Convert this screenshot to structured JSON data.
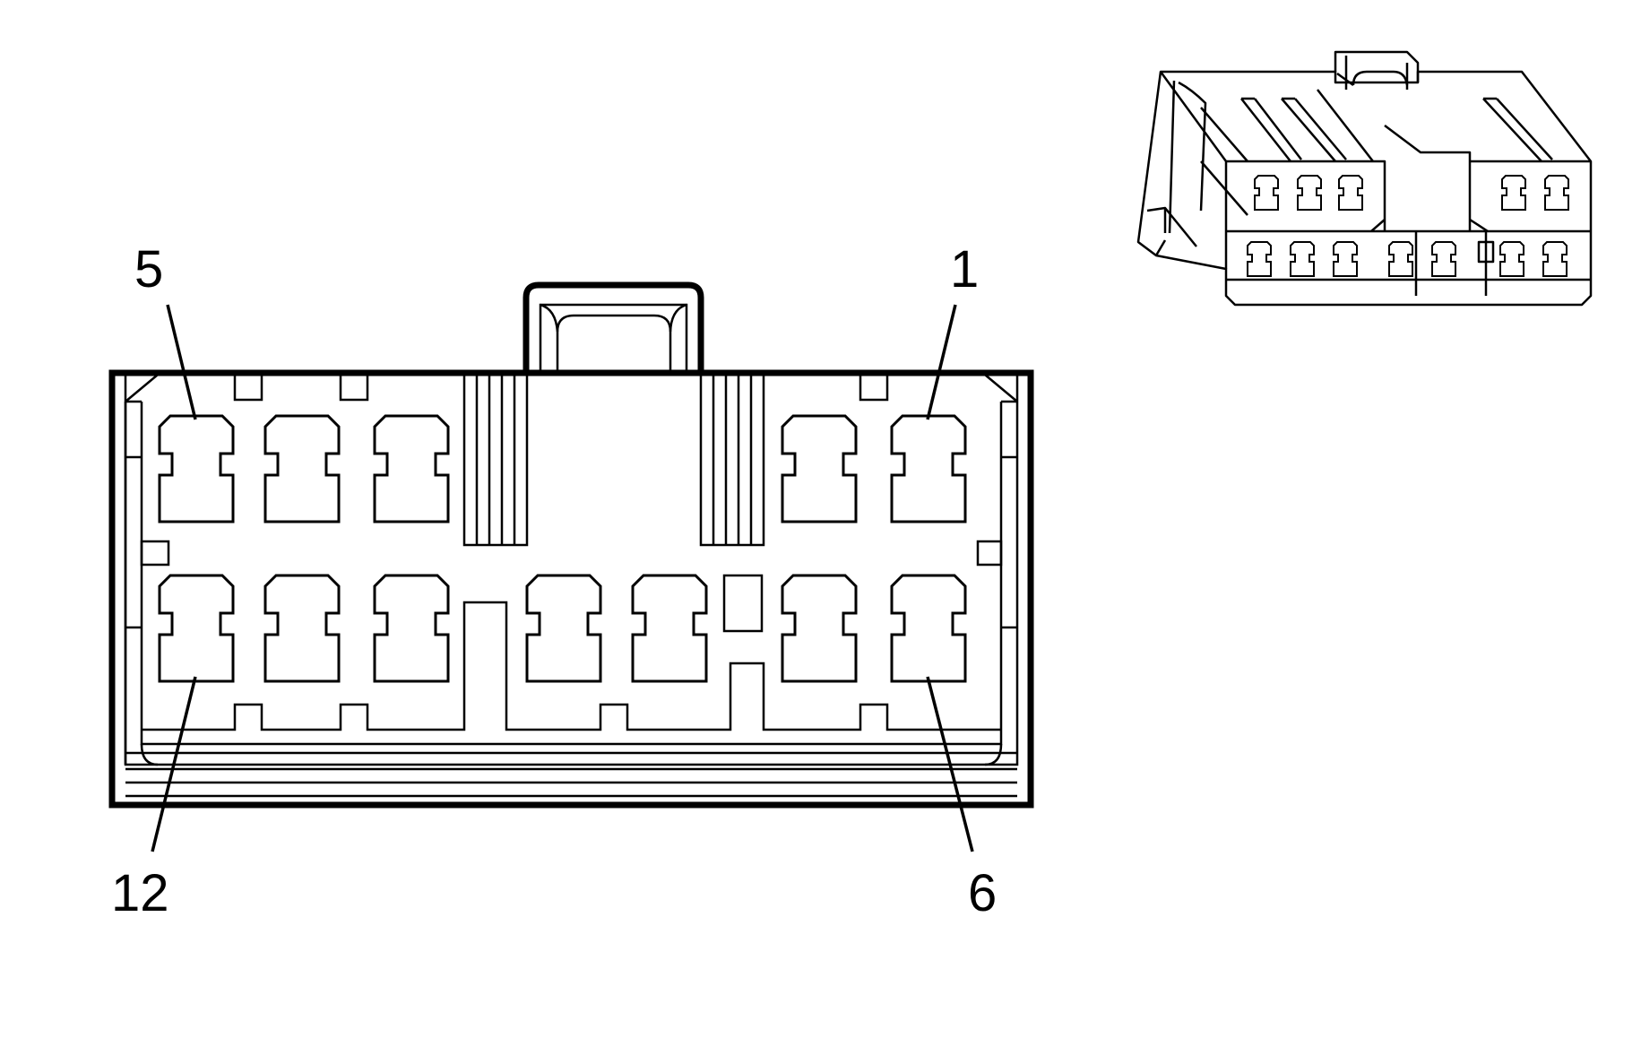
{
  "pin_labels": {
    "top_left": "5",
    "top_right": "1",
    "bottom_left": "12",
    "bottom_right": "6"
  },
  "colors": {
    "ink": "#000000",
    "background": "#ffffff"
  }
}
